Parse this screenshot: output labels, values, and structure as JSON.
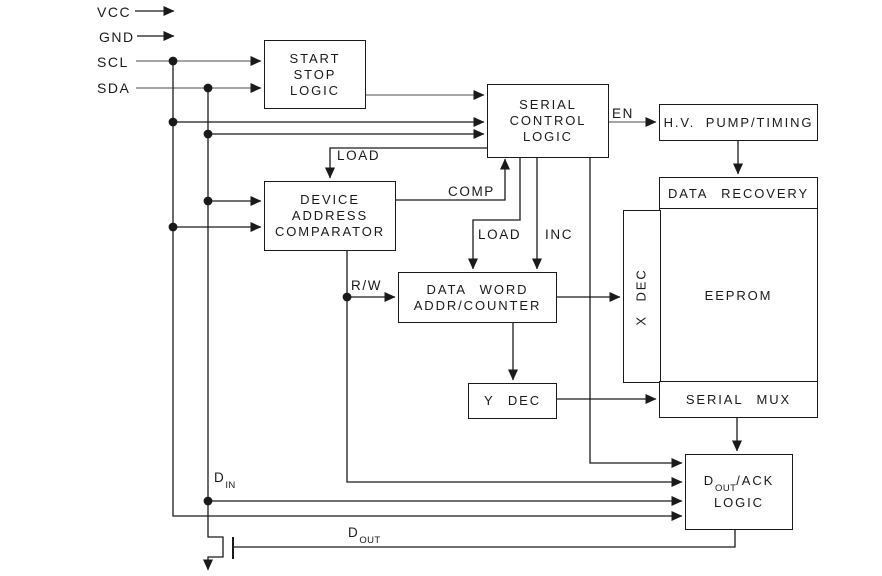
{
  "pins": {
    "vcc": "VCC",
    "gnd": "GND",
    "scl": "SCL",
    "sda": "SDA"
  },
  "blocks": {
    "start_stop": {
      "lines": [
        "START",
        "STOP",
        "LOGIC"
      ]
    },
    "serial_control": {
      "lines": [
        "SERIAL",
        "CONTROL",
        "LOGIC"
      ]
    },
    "hv_pump": {
      "label": "H.V. PUMP/TIMING"
    },
    "data_recovery": {
      "label": "DATA RECOVERY"
    },
    "eeprom": {
      "label": "EEPROM"
    },
    "x_dec": {
      "label": "X DEC"
    },
    "serial_mux": {
      "label": "SERIAL MUX"
    },
    "y_dec": {
      "label": "Y DEC"
    },
    "data_word": {
      "lines": [
        "DATA WORD",
        "ADDR/COUNTER"
      ]
    },
    "device_addr": {
      "lines": [
        "DEVICE",
        "ADDRESS",
        "COMPARATOR"
      ]
    },
    "dout_ack": {
      "d": "D",
      "sub": "OUT",
      "rest": "/ACK",
      "line2": "LOGIC"
    }
  },
  "signals": {
    "load_addr": "LOAD",
    "comp": "COMP",
    "load_word": "LOAD",
    "inc": "INC",
    "en": "EN",
    "rw": "R/W",
    "din": {
      "d": "D",
      "sub": "IN"
    },
    "dout": {
      "d": "D",
      "sub": "OUT"
    }
  },
  "colors": {
    "line": "#1a1a1a",
    "light_line": "#6f6f6f",
    "background": "#ffffff",
    "text": "#1a1a1a"
  }
}
